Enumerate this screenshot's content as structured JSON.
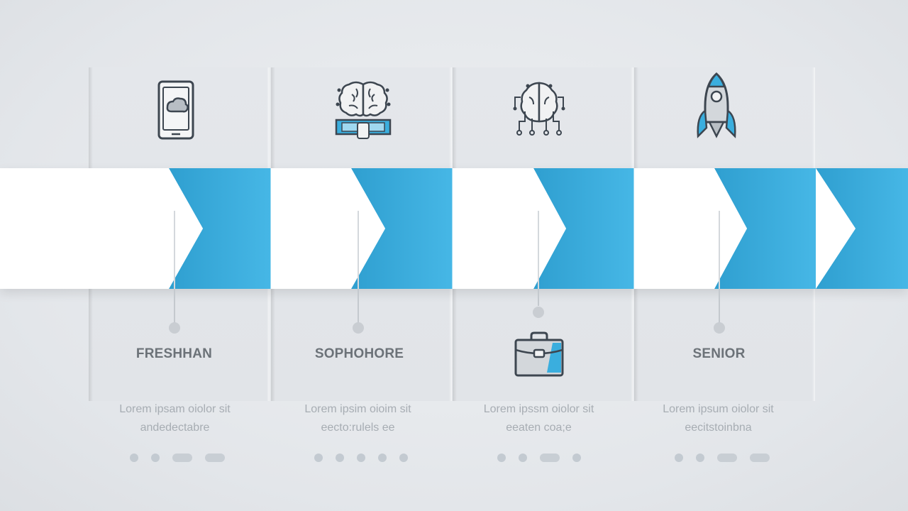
{
  "stages": [
    {
      "title": "FRESHHAN",
      "desc_line1": "Lorem ipsam oiolor sit",
      "desc_line2": "andedectabre",
      "icon": "tablet-cloud-icon"
    },
    {
      "title": "SOPHOHORE",
      "desc_line1": "Lorem ipsim oioim sit",
      "desc_line2": "eecto:rulels ee",
      "icon": "brain-circuit-icon"
    },
    {
      "title": "",
      "desc_line1": "Lorem ipssm oiolor sit",
      "desc_line2": "eeaten coa;e",
      "icon": "briefcase-icon",
      "top_icon": "brain-network-icon"
    },
    {
      "title": "SENIOR",
      "desc_line1": "Lorem ipsum oiolor sit",
      "desc_line2": "eecitstoinbna",
      "icon": "rocket-icon"
    }
  ],
  "colors": {
    "accent": "#3aaede",
    "band_white": "#ffffff",
    "background": "#e6e9ed",
    "title": "#6c7278",
    "desc": "#a7adb3",
    "icon_stroke": "#3d4650"
  }
}
